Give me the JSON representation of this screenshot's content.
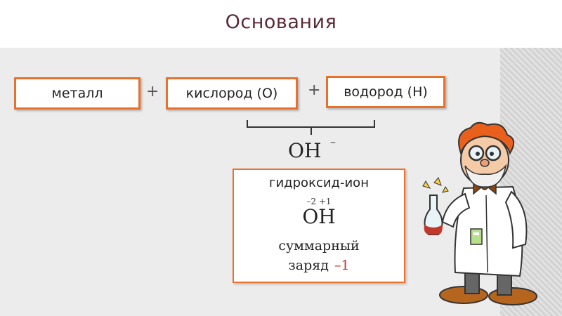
{
  "slide": {
    "title": "Основания",
    "terms": [
      "металл",
      "кислород (О)",
      "водород (Н)"
    ],
    "plus": "+",
    "formula": "ОН",
    "formula_charge": "–",
    "ion_name": "гидроксид-ион",
    "oxidation_states": "–2  +1",
    "summary_line1": "суммарный",
    "summary_line2": "заряд",
    "summary_value": "–1"
  },
  "colors": {
    "box_border": "#e8712b",
    "title": "#5a2a36",
    "charge": "#c0392b"
  },
  "icons": [
    "professor-illustration",
    "flask-icon"
  ]
}
